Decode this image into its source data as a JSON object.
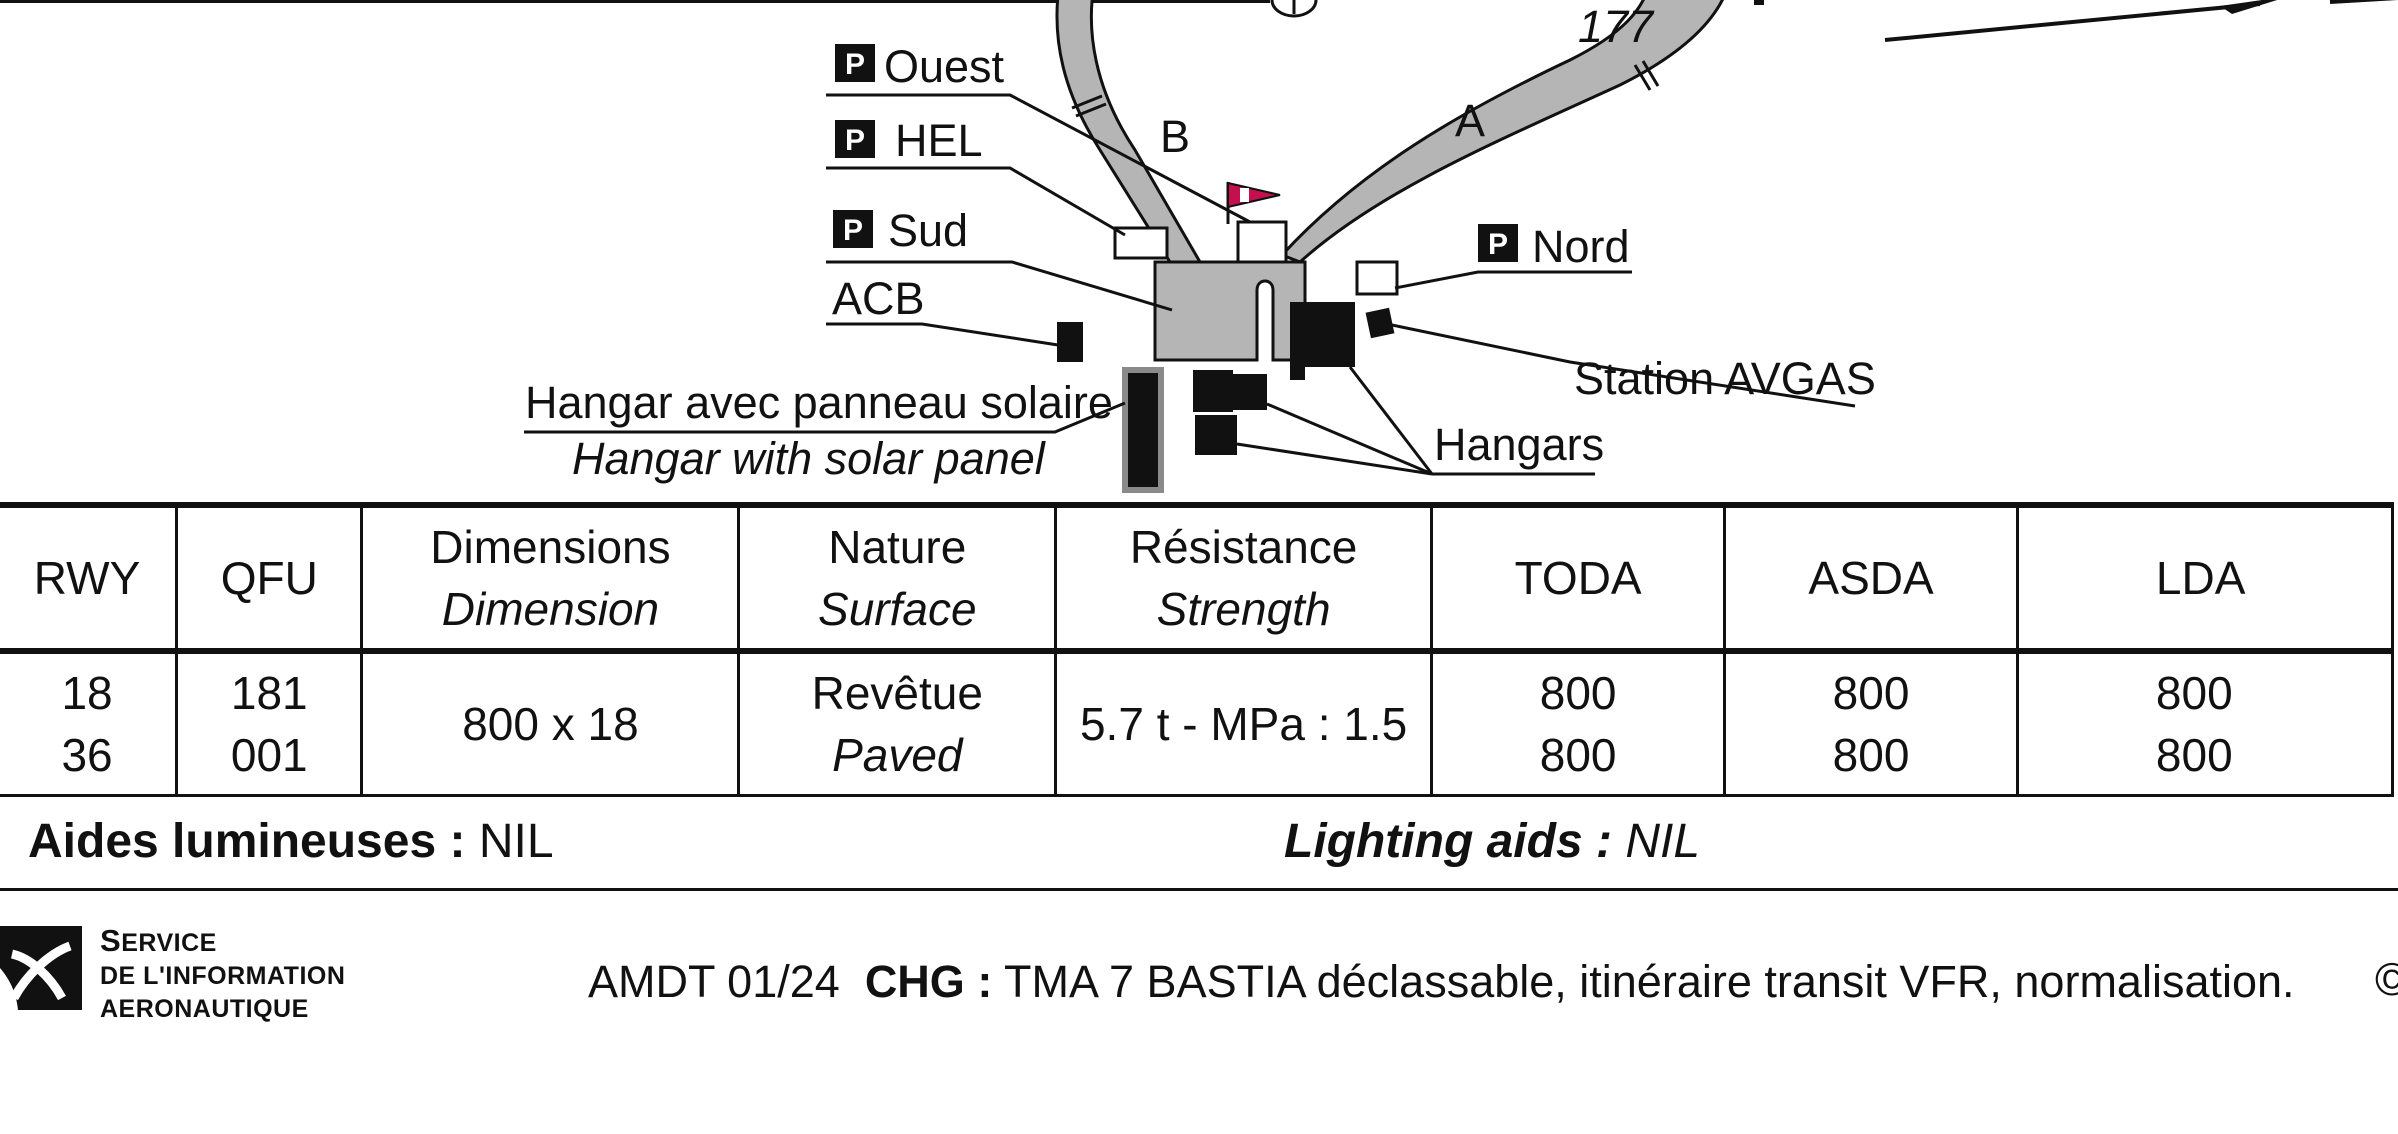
{
  "map": {
    "qfu_label": "177",
    "taxiway_a": "A",
    "taxiway_b": "B",
    "parking_tag": "P",
    "parking_ouest": "Ouest",
    "parking_hel": "HEL",
    "parking_sud": "Sud",
    "parking_nord": "Nord",
    "acb": "ACB",
    "hangar_solar_fr": "Hangar avec panneau solaire",
    "hangar_solar_en": "Hangar with solar panel",
    "station_avgas": "Station AVGAS",
    "hangars": "Hangars",
    "colors": {
      "apron": "#b5b5b5",
      "windsock": "#c4104f",
      "ink": "#111111"
    }
  },
  "table": {
    "headers": {
      "rwy": "RWY",
      "qfu": "QFU",
      "dimensions_fr": "Dimensions",
      "dimensions_en": "Dimension",
      "nature_fr": "Nature",
      "nature_en": "Surface",
      "resistance_fr": "Résistance",
      "resistance_en": "Strength",
      "toda": "TODA",
      "asda": "ASDA",
      "lda": "LDA"
    },
    "rows": [
      {
        "rwy": "18",
        "qfu": "181",
        "toda": "800",
        "asda": "800",
        "lda": "800"
      },
      {
        "rwy": "36",
        "qfu": "001",
        "toda": "800",
        "asda": "800",
        "lda": "800"
      }
    ],
    "dimensions": "800 x 18",
    "nature_fr": "Revêtue",
    "nature_en": "Paved",
    "resistance": "5.7 t - MPa : 1.5"
  },
  "lighting": {
    "label_fr": "Aides lumineuses :",
    "value_fr": "NIL",
    "label_en": "Lighting aids :",
    "value_en": "NIL"
  },
  "footer": {
    "sia_line1_initial": "S",
    "sia_line1_rest": "ERVICE",
    "sia_line2": "DE L'INFORMATION",
    "sia_line3": "AERONAUTIQUE",
    "amdt": "AMDT 01/24",
    "chg_label": "CHG :",
    "chg_text": "TMA 7 BASTIA déclassable, itinéraire transit VFR, normalisation.",
    "copyright": "©"
  }
}
